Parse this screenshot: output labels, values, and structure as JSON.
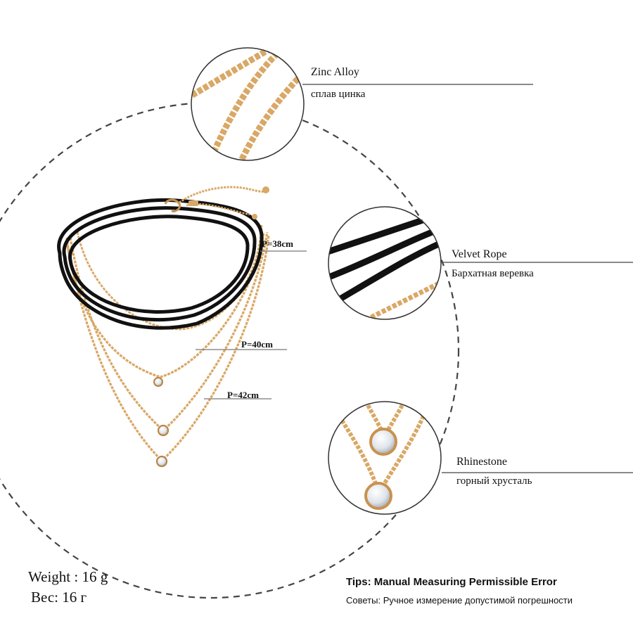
{
  "callouts": [
    {
      "en": "Zinc Alloy",
      "ru": "сплав цинка",
      "icon": "chain-closeup-icon"
    },
    {
      "en": "Velvet Rope",
      "ru": "Бархатная веревка",
      "icon": "velvet-rope-closeup-icon"
    },
    {
      "en": "Rhinestone",
      "ru": "горный хрусталь",
      "icon": "rhinestone-closeup-icon"
    }
  ],
  "lengths": [
    "P=38cm",
    "P=40cm",
    "P=42cm"
  ],
  "weight": {
    "en": "Weight : 16 g",
    "ru": "Вес: 16 г"
  },
  "tips": {
    "en": "Tips: Manual Measuring Permissible Error",
    "ru": "Советы: Ручное измерение допустимой погрешности"
  },
  "colors": {
    "gold": "#d9a866",
    "gold_dark": "#b98447",
    "velvet": "#111111",
    "crystal": "#e9edf2",
    "dashed_circle": "#444444",
    "callout_circle": "#333333"
  }
}
